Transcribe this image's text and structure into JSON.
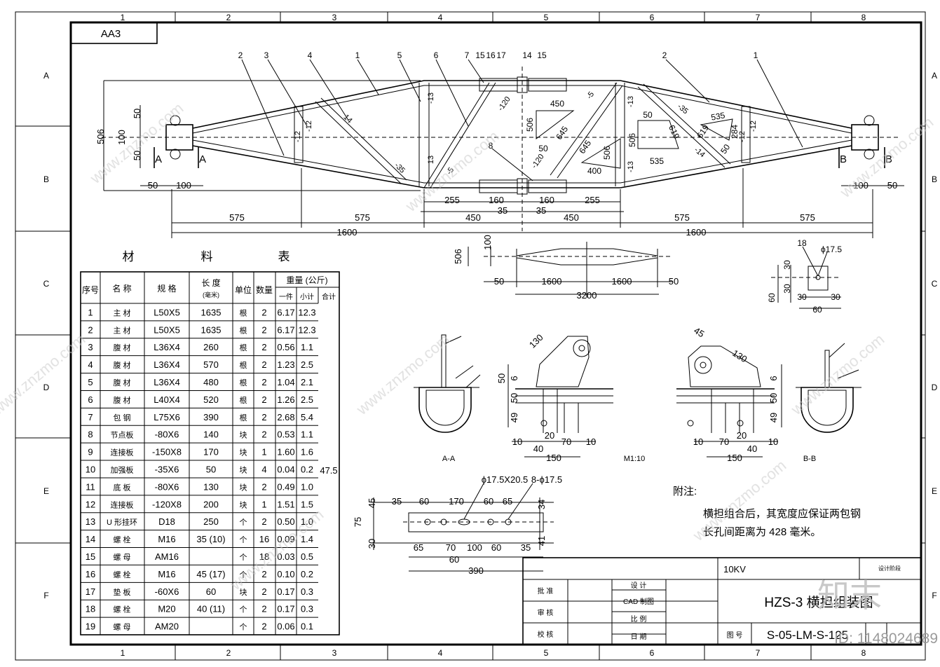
{
  "sheet": {
    "size_code": "AA3",
    "column_labels": [
      "1",
      "2",
      "3",
      "4",
      "5",
      "6",
      "7",
      "8"
    ],
    "row_labels": [
      "A",
      "B",
      "C",
      "D",
      "E",
      "F"
    ]
  },
  "main_view": {
    "part_callouts": [
      "2",
      "3",
      "4",
      "1",
      "5",
      "6",
      "7",
      "15",
      "16",
      "17",
      "14",
      "15",
      "2",
      "1",
      "8"
    ],
    "dimensions": {
      "h506_left": "506",
      "h50_a": "50",
      "h100": "100",
      "h50_b": "50",
      "h50_bottom": "50",
      "h100_bottom": "100",
      "h100_right": "100",
      "h50_right": "50",
      "d575_1": "575",
      "d575_2": "575",
      "d450_l": "450",
      "d450_r": "450",
      "d575_3": "575",
      "d575_4": "575",
      "d1600_l": "1600",
      "d1600_r": "1600",
      "d255_l": "255",
      "d160_l": "160",
      "d35_l": "35",
      "d35_r": "35",
      "d160_r": "160",
      "d255_r": "255"
    },
    "member_labels": [
      "-12",
      "-12",
      "14",
      "-35",
      "-13",
      "13",
      "-5",
      "-120",
      "-5",
      "-120",
      "-13",
      "-13",
      "-35",
      "-14",
      "-12",
      "-12"
    ],
    "gusset_dims": [
      "450",
      "506",
      "645",
      "50",
      "645",
      "400",
      "506",
      "50",
      "619",
      "535",
      "506",
      "619",
      "535",
      "284",
      "50"
    ],
    "section_marks": [
      "A",
      "A",
      "B",
      "B"
    ]
  },
  "overview": {
    "dims": [
      "506",
      "100",
      "50",
      "1600",
      "1600",
      "50",
      "3200"
    ]
  },
  "detail_plate": {
    "callout": "18",
    "hole": "ϕ17.5",
    "dims": [
      "30",
      "30",
      "60",
      "30",
      "30",
      "60"
    ]
  },
  "sections": {
    "aa_label": "A-A",
    "m1_label": "M1:10",
    "bb_label": "B-B",
    "m1_dims": [
      "130",
      "50",
      "6",
      "50",
      "49",
      "10",
      "40",
      "20",
      "70",
      "10",
      "150",
      "130",
      "45",
      "10",
      "70",
      "40",
      "20",
      "6",
      "50",
      "49",
      "10",
      "150"
    ]
  },
  "material_table": {
    "title_chars": [
      "材",
      "料",
      "表"
    ],
    "headers": {
      "seq": "序号",
      "name": "名 称",
      "spec": "规 格",
      "length": "长 度",
      "length_unit": "(毫米)",
      "unit": "单位",
      "qty": "数量",
      "weight": "重量 (公斤)",
      "each": "一件",
      "subtotal": "小计",
      "total": "合计"
    },
    "grand_total": "47.5",
    "rows": [
      {
        "no": "1",
        "name": "主 材",
        "spec": "L50X5",
        "len": "1635",
        "unit": "根",
        "qty": "2",
        "each": "6.17",
        "sub": "12.3"
      },
      {
        "no": "2",
        "name": "主 材",
        "spec": "L50X5",
        "len": "1635",
        "unit": "根",
        "qty": "2",
        "each": "6.17",
        "sub": "12.3"
      },
      {
        "no": "3",
        "name": "腹 材",
        "spec": "L36X4",
        "len": "260",
        "unit": "根",
        "qty": "2",
        "each": "0.56",
        "sub": "1.1"
      },
      {
        "no": "4",
        "name": "腹 材",
        "spec": "L36X4",
        "len": "570",
        "unit": "根",
        "qty": "2",
        "each": "1.23",
        "sub": "2.5"
      },
      {
        "no": "5",
        "name": "腹 材",
        "spec": "L36X4",
        "len": "480",
        "unit": "根",
        "qty": "2",
        "each": "1.04",
        "sub": "2.1"
      },
      {
        "no": "6",
        "name": "腹 材",
        "spec": "L40X4",
        "len": "520",
        "unit": "根",
        "qty": "2",
        "each": "1.26",
        "sub": "2.5"
      },
      {
        "no": "7",
        "name": "包 钢",
        "spec": "L75X6",
        "len": "390",
        "unit": "根",
        "qty": "2",
        "each": "2.68",
        "sub": "5.4"
      },
      {
        "no": "8",
        "name": "节点板",
        "spec": "-80X6",
        "len": "140",
        "unit": "块",
        "qty": "2",
        "each": "0.53",
        "sub": "1.1"
      },
      {
        "no": "9",
        "name": "连接板",
        "spec": "-150X8",
        "len": "170",
        "unit": "块",
        "qty": "1",
        "each": "1.60",
        "sub": "1.6"
      },
      {
        "no": "10",
        "name": "加强板",
        "spec": "-35X6",
        "len": "50",
        "unit": "块",
        "qty": "4",
        "each": "0.04",
        "sub": "0.2"
      },
      {
        "no": "11",
        "name": "底 板",
        "spec": "-80X6",
        "len": "130",
        "unit": "块",
        "qty": "2",
        "each": "0.49",
        "sub": "1.0"
      },
      {
        "no": "12",
        "name": "连接板",
        "spec": "-120X8",
        "len": "200",
        "unit": "块",
        "qty": "1",
        "each": "1.51",
        "sub": "1.5"
      },
      {
        "no": "13",
        "name": "U 形挂环",
        "spec": "D18",
        "len": "250",
        "unit": "个",
        "qty": "2",
        "each": "0.50",
        "sub": "1.0"
      },
      {
        "no": "14",
        "name": "螺 栓",
        "spec": "M16",
        "len": "35 (10)",
        "unit": "个",
        "qty": "16",
        "each": "0.09",
        "sub": "1.4"
      },
      {
        "no": "15",
        "name": "螺 母",
        "spec": "AM16",
        "len": "",
        "unit": "个",
        "qty": "18",
        "each": "0.03",
        "sub": "0.5"
      },
      {
        "no": "16",
        "name": "螺 栓",
        "spec": "M16",
        "len": "45 (17)",
        "unit": "个",
        "qty": "2",
        "each": "0.10",
        "sub": "0.2"
      },
      {
        "no": "17",
        "name": "垫 板",
        "spec": "-60X6",
        "len": "60",
        "unit": "块",
        "qty": "2",
        "each": "0.17",
        "sub": "0.3"
      },
      {
        "no": "18",
        "name": "螺 栓",
        "spec": "M20",
        "len": "40 (11)",
        "unit": "个",
        "qty": "2",
        "each": "0.17",
        "sub": "0.3"
      },
      {
        "no": "19",
        "name": "螺 母",
        "spec": "AM20",
        "len": "",
        "unit": "个",
        "qty": "2",
        "each": "0.06",
        "sub": "0.1"
      }
    ]
  },
  "bolt_plate": {
    "top_note": "ϕ17.5X20.5",
    "top_note2": "8-ϕ17.5",
    "dims": [
      "45",
      "35",
      "60",
      "170",
      "60",
      "65",
      "34",
      "75",
      "30",
      "65",
      "70",
      "100",
      "60",
      "35",
      "41",
      "60",
      "390"
    ]
  },
  "notes": {
    "heading": "附注:",
    "line1": "横担组合后，其宽度应保证两包钢",
    "line2": "长孔间距离为       428  毫米。"
  },
  "title_block": {
    "voltage": "10KV",
    "design_label": "设计阶段",
    "approve": "批 准",
    "review": "审 核",
    "check": "校 核",
    "designer": "设 计",
    "cad": "CAD 制图",
    "scale": "比 例",
    "date": "日 期",
    "drawing_name": "HZS-3 横担组装图",
    "drawing_no_label": "图 号",
    "drawing_no": "S-05-LM-S-125"
  },
  "watermark": {
    "site": "www.znzmo.com",
    "brand": "知末",
    "id": "ID: 1148024689"
  }
}
